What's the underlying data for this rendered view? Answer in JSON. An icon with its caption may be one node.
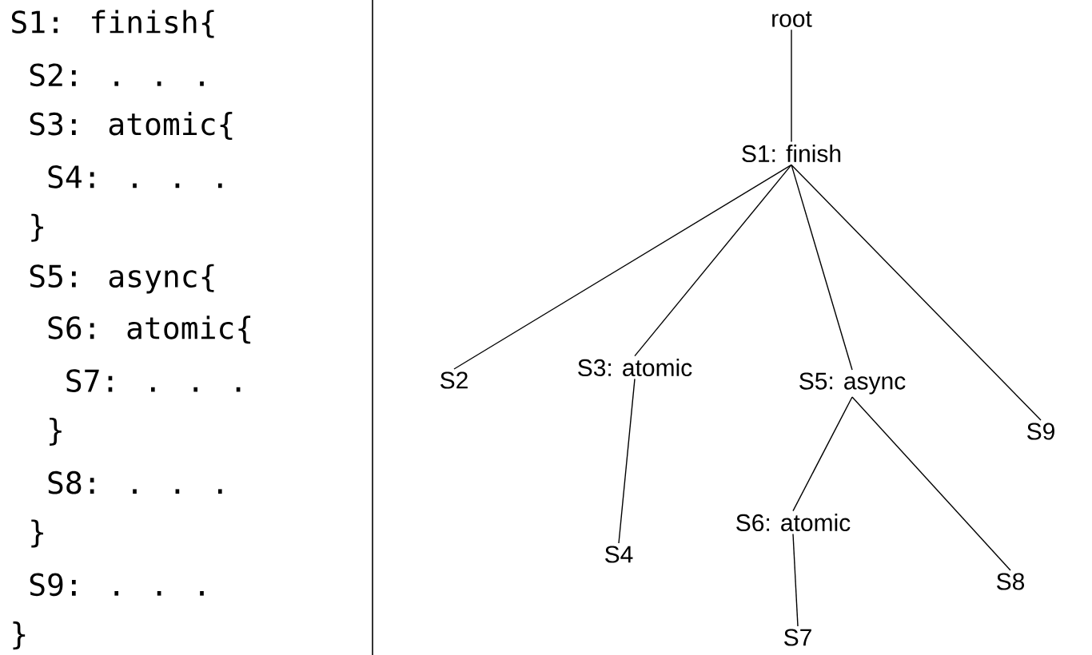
{
  "diagram": {
    "nodes": [
      {
        "text": [
          "root"
        ]
      },
      {
        "text": [
          "S1: finish"
        ]
      },
      {
        "text": [
          "S2"
        ]
      },
      {
        "text": [
          "S3: atomic"
        ]
      },
      {
        "text": [
          "S4"
        ]
      },
      {
        "text": [
          "S5: async"
        ]
      },
      {
        "text": [
          "S6: atomic"
        ]
      },
      {
        "text": [
          "S7"
        ]
      },
      {
        "text": [
          "S8"
        ]
      },
      {
        "text": [
          "S9"
        ]
      }
    ],
    "edges": [
      {
        "from": 0,
        "to": 1,
        "arrow": "none"
      },
      {
        "from": 1,
        "to": 2,
        "arrow": "none"
      },
      {
        "from": 1,
        "to": 3,
        "arrow": "none"
      },
      {
        "from": 1,
        "to": 5,
        "arrow": "none"
      },
      {
        "from": 1,
        "to": 9,
        "arrow": "none"
      },
      {
        "from": 3,
        "to": 4,
        "arrow": "none"
      },
      {
        "from": 5,
        "to": 6,
        "arrow": "none"
      },
      {
        "from": 5,
        "to": 8,
        "arrow": "none"
      },
      {
        "from": 6,
        "to": 7,
        "arrow": "none"
      }
    ],
    "labels": [
      "S1: finish{",
      "S2: . . .",
      "S3: atomic{",
      "S4: . . .",
      "}",
      "S5: async{",
      "S6: atomic{",
      "S7: . . .",
      "}",
      "S8: . . .",
      "}",
      "S9: . . .",
      "}"
    ]
  }
}
